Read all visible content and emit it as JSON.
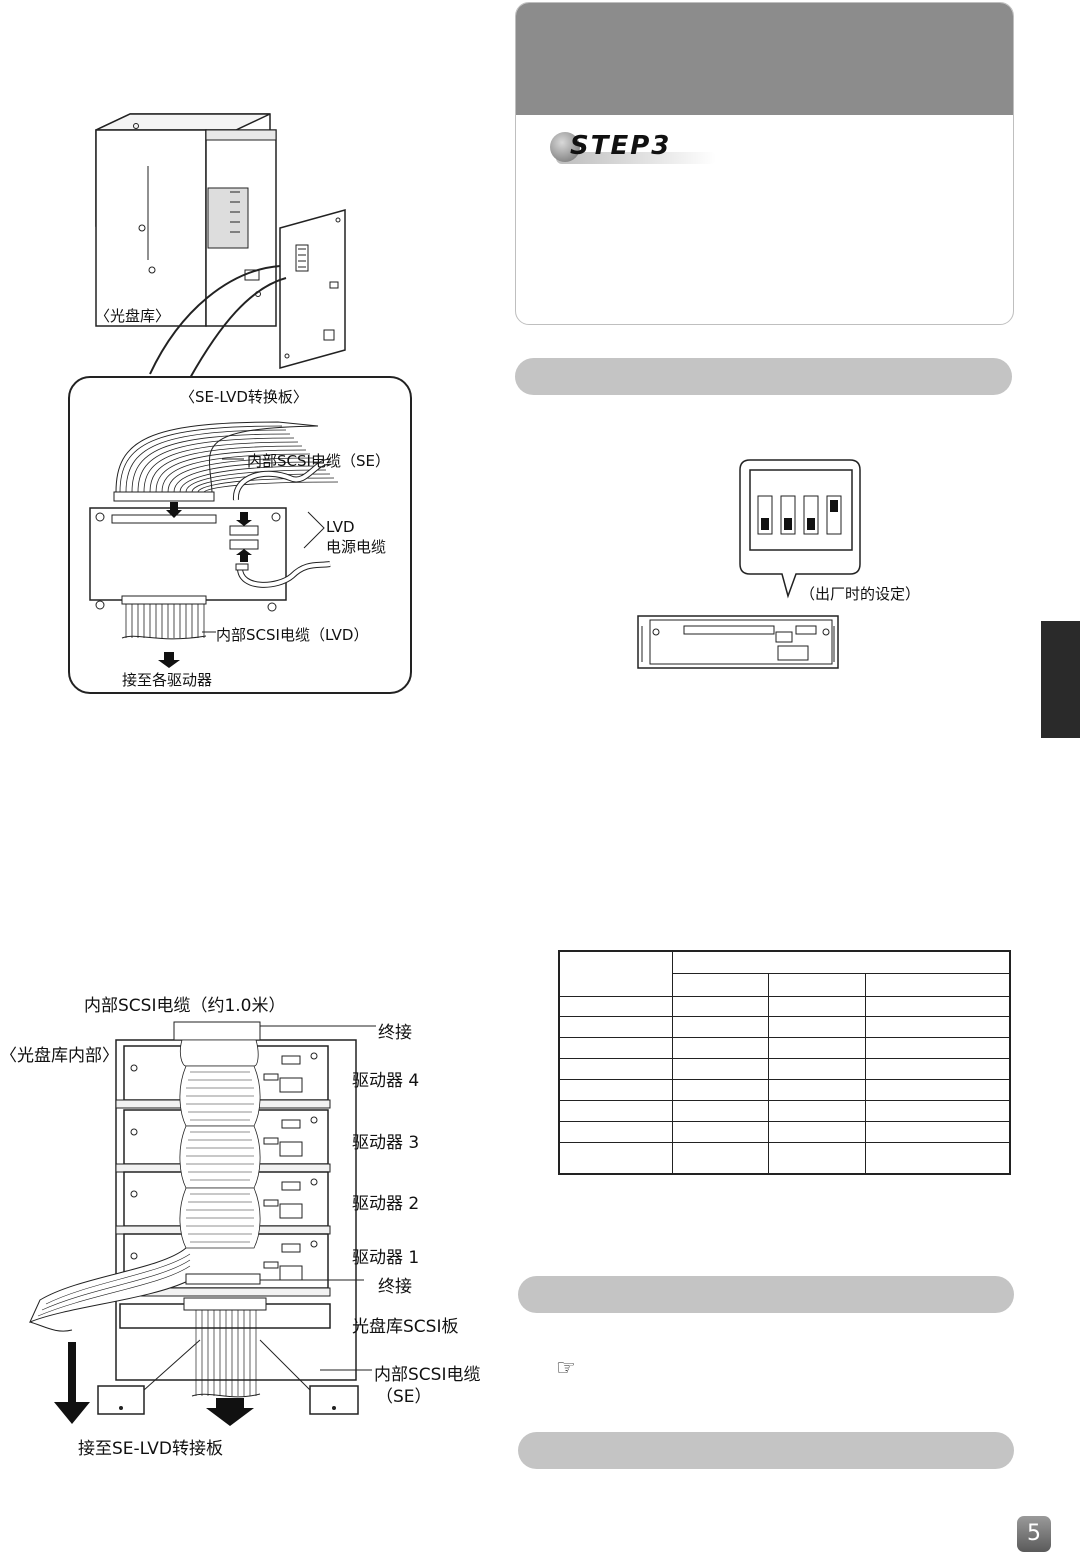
{
  "step": {
    "label": "STEP3"
  },
  "library_diagram": {
    "library_label": "〈光盘库〉",
    "board_label": "〈SE-LVD转换板〉",
    "cable_se": "内部SCSI电缆（SE）",
    "lvd_line1": "LVD",
    "lvd_line2": "电源电缆",
    "cable_lvd": "内部SCSI电缆（LVD）",
    "to_drives": "接至各驱动器"
  },
  "dip_diagram": {
    "factory_setting": "（出厂时的设定）",
    "switches": [
      {
        "position": "down"
      },
      {
        "position": "down"
      },
      {
        "position": "down"
      },
      {
        "position": "up"
      }
    ]
  },
  "rack_diagram": {
    "cable_label": "内部SCSI电缆（约1.0米）",
    "inside_label": "〈光盘库内部〉",
    "terminator_top": "终接",
    "drive4": "驱动器 4",
    "drive3": "驱动器 3",
    "drive2": "驱动器 2",
    "drive1": "驱动器 1",
    "terminator_bottom": "终接",
    "scsi_board": "光盘库SCSI板",
    "cable_se_line1": "内部SCSI电缆",
    "cable_se_line2": "（SE）",
    "to_converter": "接至SE-LVD转接板"
  },
  "note_icon": "☞",
  "page_number": "5",
  "colors": {
    "header_gray": "#8c8c8c",
    "pill_gray": "#c4c4c4",
    "tab_dark": "#2a2a2a"
  }
}
